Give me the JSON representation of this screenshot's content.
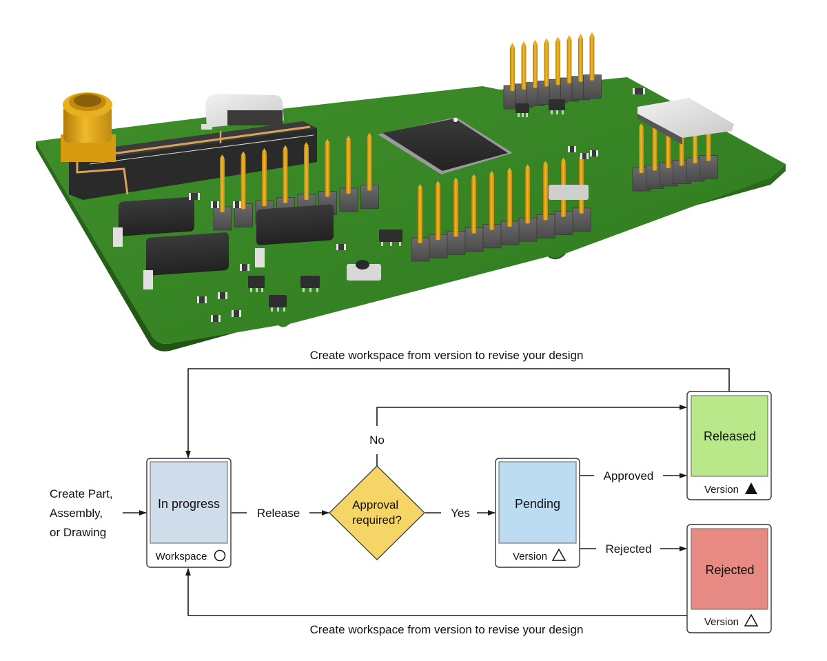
{
  "figure": {
    "illustration": "3D rendered printed circuit board assembly",
    "pcb_components": [
      "sma-connector",
      "usb-c-connector",
      "chip-antenna",
      "qfp-microcontroller",
      "pin-header-8-pin-top",
      "pin-header-8-pin-left",
      "pin-header-10-pin-center",
      "pin-header-6-pin-right",
      "micro-sd-card-slot",
      "smd-diodes",
      "tactile-push-button",
      "sot-transistors",
      "passive-chip-components",
      "crystal-oscillator"
    ]
  },
  "workflow": {
    "start_label": [
      "Create Part,",
      "Assembly,",
      "or Drawing"
    ],
    "states": {
      "in_progress": {
        "title": "In progress",
        "footer": "Workspace",
        "icon": "circle-outline-icon",
        "color": "#cfdcea"
      },
      "pending": {
        "title": "Pending",
        "footer": "Version",
        "icon": "triangle-outline-icon",
        "color": "#bcdcf2"
      },
      "released": {
        "title": "Released",
        "footer": "Version",
        "icon": "triangle-filled-icon",
        "color": "#b8e88a"
      },
      "rejected": {
        "title": "Rejected",
        "footer": "Version",
        "icon": "triangle-outline-icon",
        "color": "#e88a84"
      }
    },
    "decision": {
      "lines": [
        "Approval",
        "required?"
      ],
      "color": "#f5d565"
    },
    "edges": {
      "release": "Release",
      "yes": "Yes",
      "no": "No",
      "approved": "Approved",
      "rejected": "Rejected",
      "revise_top": "Create workspace from version to revise your design",
      "revise_bottom": "Create workspace from version to revise your design"
    }
  }
}
